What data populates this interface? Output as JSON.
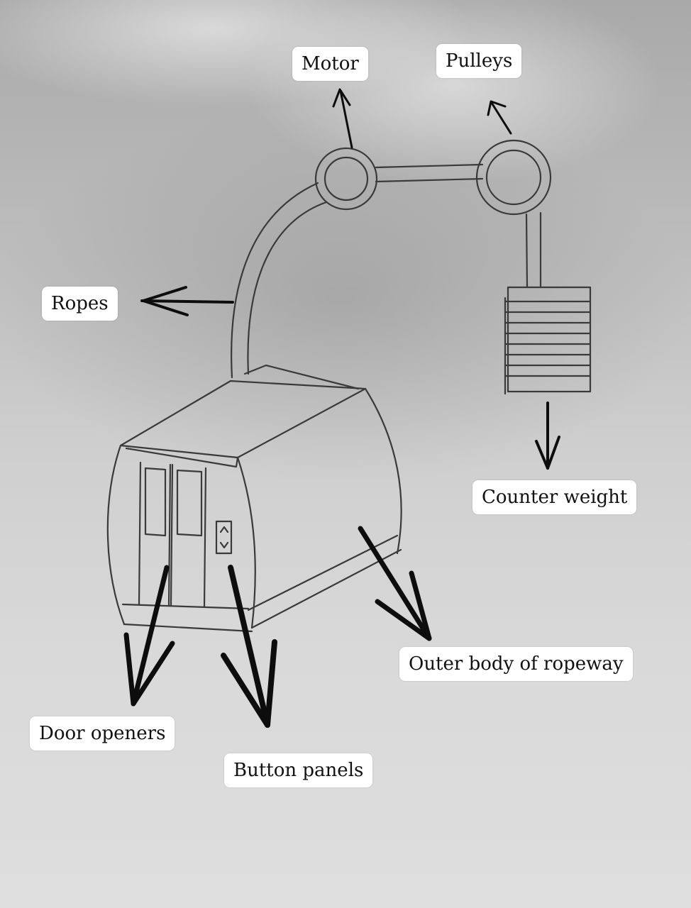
{
  "labels": {
    "motor": "Motor",
    "pulleys": "Pulleys",
    "ropes": "Ropes",
    "counter_weight": "Counter weight",
    "outer_body": "Outer body of ropeway",
    "door_openers": "Door openers",
    "button_panels": "Button panels"
  },
  "colors": {
    "label_background": "#ffffff",
    "pencil": "#3a3a3a",
    "arrow": "#0d0d0d"
  }
}
